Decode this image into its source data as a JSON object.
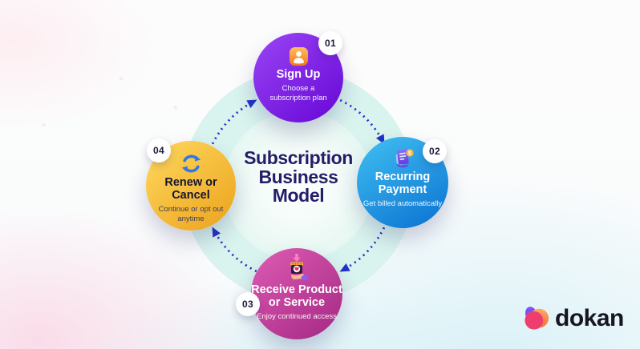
{
  "center": {
    "title": "Subscription\nBusiness\nModel",
    "title_color": "#241d69"
  },
  "steps": [
    {
      "number": "01",
      "title": "Sign Up",
      "subtitle": "Choose a\nsubscription plan",
      "icon": "user-icon",
      "accent_color": "#7b1fe0"
    },
    {
      "number": "02",
      "title": "Recurring\nPayment",
      "subtitle": "Get billed automatically",
      "icon": "invoice-coin-icon",
      "accent_color": "#1a8ede"
    },
    {
      "number": "03",
      "title": "Receive Product\nor Service",
      "subtitle": "Enjoy continued access",
      "icon": "package-heart-icon",
      "accent_color": "#c2399a"
    },
    {
      "number": "04",
      "title": "Renew or\nCancel",
      "subtitle": "Continue or opt out\nanytime",
      "icon": "renew-arrows-icon",
      "accent_color": "#f6b93a"
    }
  ],
  "cycle": {
    "direction": "clockwise",
    "arrow_color": "#2232c8",
    "ring_color": "#d9f3ee"
  },
  "logo": {
    "text": "dokan",
    "mark_colors": {
      "purple": "#8050f0",
      "pink": "#ee3e70",
      "orange": "#f97a45"
    }
  }
}
